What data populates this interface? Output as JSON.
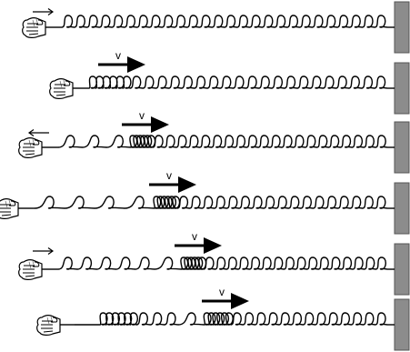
{
  "figure": {
    "velocity_label": "v",
    "colors": {
      "ink": "#000000",
      "wall_fill": "#8c8c8c",
      "background": "#ffffff"
    },
    "rows": [
      {
        "hand_motion": "right",
        "pulse": "none",
        "shows_velocity": false
      },
      {
        "hand_motion": "none",
        "pulse": "compression",
        "shows_velocity": true
      },
      {
        "hand_motion": "left",
        "pulse": "compression",
        "shows_velocity": true
      },
      {
        "hand_motion": "none",
        "pulse": "compression",
        "shows_velocity": true
      },
      {
        "hand_motion": "right",
        "pulse": "compression",
        "shows_velocity": true
      },
      {
        "hand_motion": "none",
        "pulse": "compression",
        "shows_velocity": true
      }
    ],
    "icons": [
      "hand-icon",
      "wall-icon",
      "motion-arrow-icon",
      "velocity-arrow-icon"
    ]
  }
}
